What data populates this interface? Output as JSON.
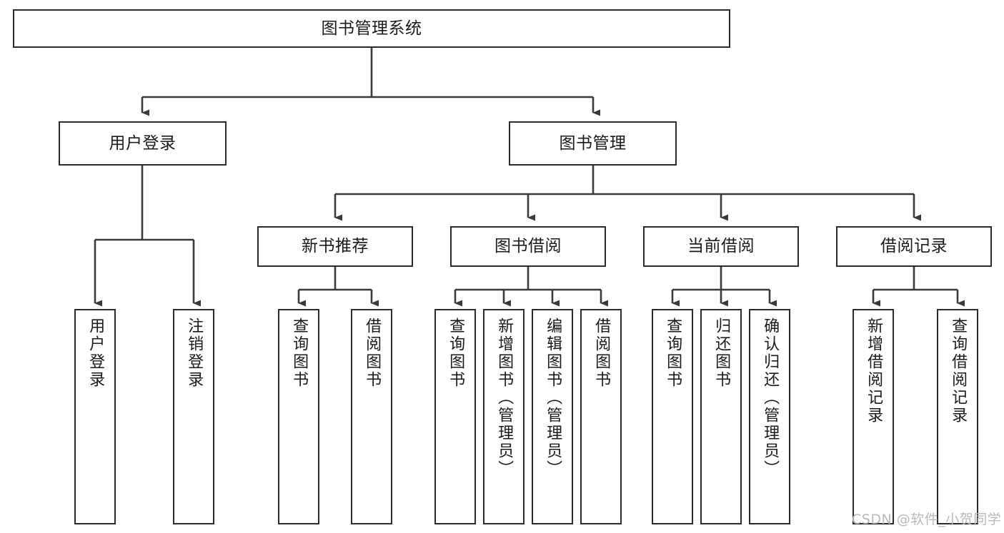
{
  "diagram": {
    "type": "tree-hierarchy",
    "title": "图书管理系统",
    "watermark": "CSDN @软件_小贺同学",
    "colors": {
      "box_border": "#2b2b2b",
      "box_fill": "#ffffff",
      "connector": "#3a3a3a",
      "text": "#1a1a1a",
      "watermark": "#b8b8b8",
      "background": "#ffffff"
    },
    "nodes": {
      "root": {
        "label": "图书管理系统"
      },
      "level2": [
        {
          "label": "用户登录"
        },
        {
          "label": "图书管理"
        }
      ],
      "level3": [
        {
          "label": "新书推荐"
        },
        {
          "label": "图书借阅"
        },
        {
          "label": "当前借阅"
        },
        {
          "label": "借阅记录"
        }
      ],
      "leaves": {
        "user_login": [
          {
            "label": "用户登录"
          },
          {
            "label": "注销登录"
          }
        ],
        "new_book_recommend": [
          {
            "label": "查询图书"
          },
          {
            "label": "借阅图书"
          }
        ],
        "book_borrow": [
          {
            "label": "查询图书"
          },
          {
            "label": "新增图书（管理员）"
          },
          {
            "label": "编辑图书（管理员）"
          },
          {
            "label": "借阅图书"
          }
        ],
        "current_borrow": [
          {
            "label": "查询图书"
          },
          {
            "label": "归还图书"
          },
          {
            "label": "确认归还（管理员）"
          }
        ],
        "borrow_records": [
          {
            "label": "新增借阅记录"
          },
          {
            "label": "查询借阅记录"
          }
        ]
      }
    }
  }
}
